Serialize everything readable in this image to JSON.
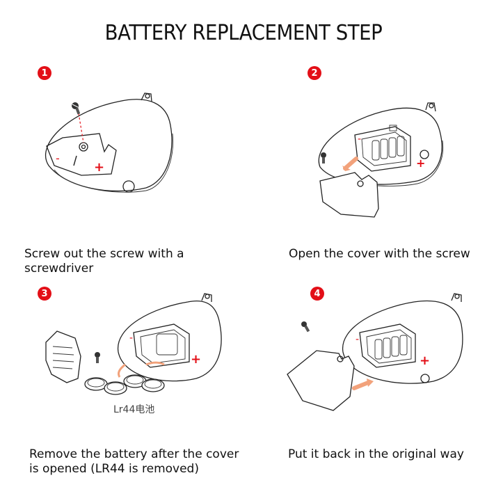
{
  "title": "BATTERY REPLACEMENT STEP",
  "colors": {
    "accent": "#e30f17",
    "arrow": "#f2a27b"
  },
  "steps": [
    {
      "number": "1",
      "caption_line1": "Screw out the screw with a",
      "caption_line2": "screwdriver"
    },
    {
      "number": "2",
      "caption_line1": "Open the cover with the screw",
      "caption_line2": ""
    },
    {
      "number": "3",
      "caption_line1": "Remove the battery after the cover",
      "caption_line2": "is opened (LR44 is removed)"
    },
    {
      "number": "4",
      "caption_line1": "Put it back in the original way",
      "caption_line2": ""
    }
  ],
  "battery_label": "Lr44电池",
  "coin_label": "LR44",
  "minus_sign": "-",
  "plus_sign": "+",
  "bar_sign": "|"
}
